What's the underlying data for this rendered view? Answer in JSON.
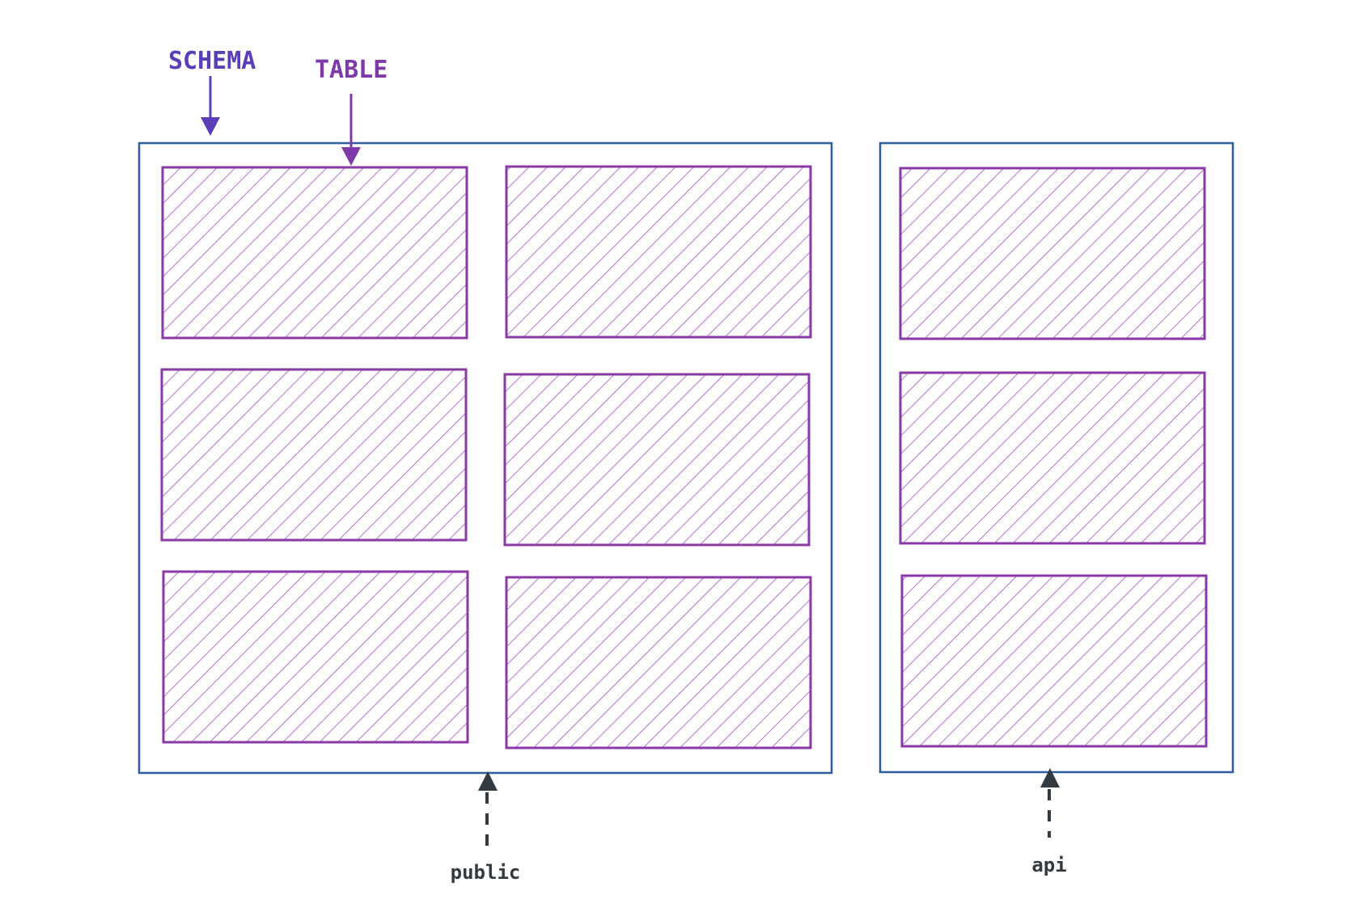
{
  "annotations": {
    "schema_label": "SCHEMA",
    "table_label": "TABLE"
  },
  "schemas": [
    {
      "name": "public",
      "table_count": 6
    },
    {
      "name": "api",
      "table_count": 3
    }
  ],
  "colors": {
    "schema_border": "#2d5f9e",
    "table_border": "#8a3aa6",
    "table_hatch": "#a44fc4",
    "schema_annotation": "#5b3db8",
    "table_annotation": "#7d3aa8",
    "schema_name_text": "#333a40",
    "pointer_arrow": "#333a40"
  }
}
